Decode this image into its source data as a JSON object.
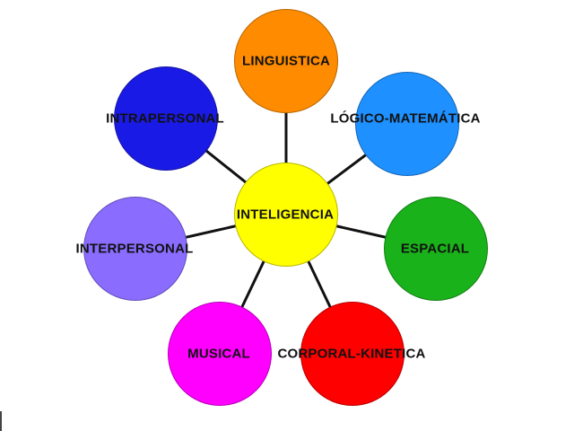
{
  "diagram": {
    "center": {
      "label": "INTELIGENCIA",
      "color": "#ffff00"
    },
    "nodes": [
      {
        "id": "linguistica",
        "label": "LINGUISTICA",
        "color": "#ff8c00"
      },
      {
        "id": "logico-matematica",
        "label": "LÓGICO-MATEMÁTICA",
        "color": "#1e90ff"
      },
      {
        "id": "espacial",
        "label": "ESPACIAL",
        "color": "#1ab21a"
      },
      {
        "id": "corporal-kinetica",
        "label": "CORPORAL-KINETICA",
        "color": "#ff0000"
      },
      {
        "id": "musical",
        "label": "MUSICAL",
        "color": "#ff00ff"
      },
      {
        "id": "interpersonal",
        "label": "INTERPERSONAL",
        "color": "#8a6cff"
      },
      {
        "id": "intrapersonal",
        "label": "INTRAPERSONAL",
        "color": "#1a1ae6"
      }
    ],
    "line_color": "#111111"
  }
}
